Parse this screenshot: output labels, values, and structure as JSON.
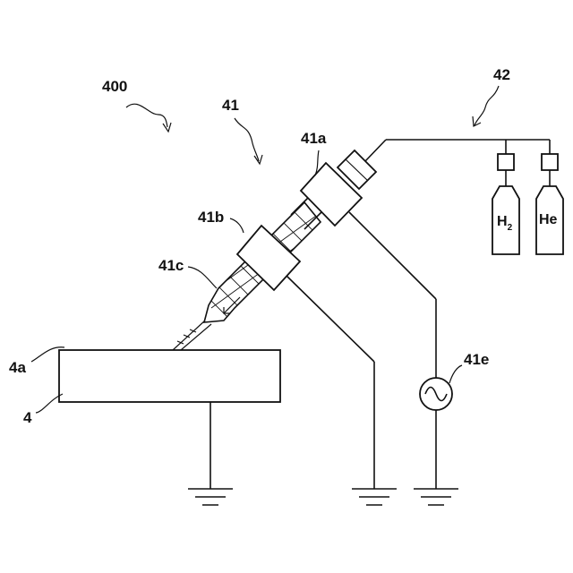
{
  "labels": {
    "system": "400",
    "torch": "41",
    "gas_supply": "42",
    "connector_a": "41a",
    "connector_b": "41b",
    "tube_c": "41c",
    "ac_source": "41e",
    "surface": "4a",
    "workpiece": "4",
    "gas_h2_base": "H",
    "gas_h2_sub": "2",
    "gas_he": "He"
  }
}
